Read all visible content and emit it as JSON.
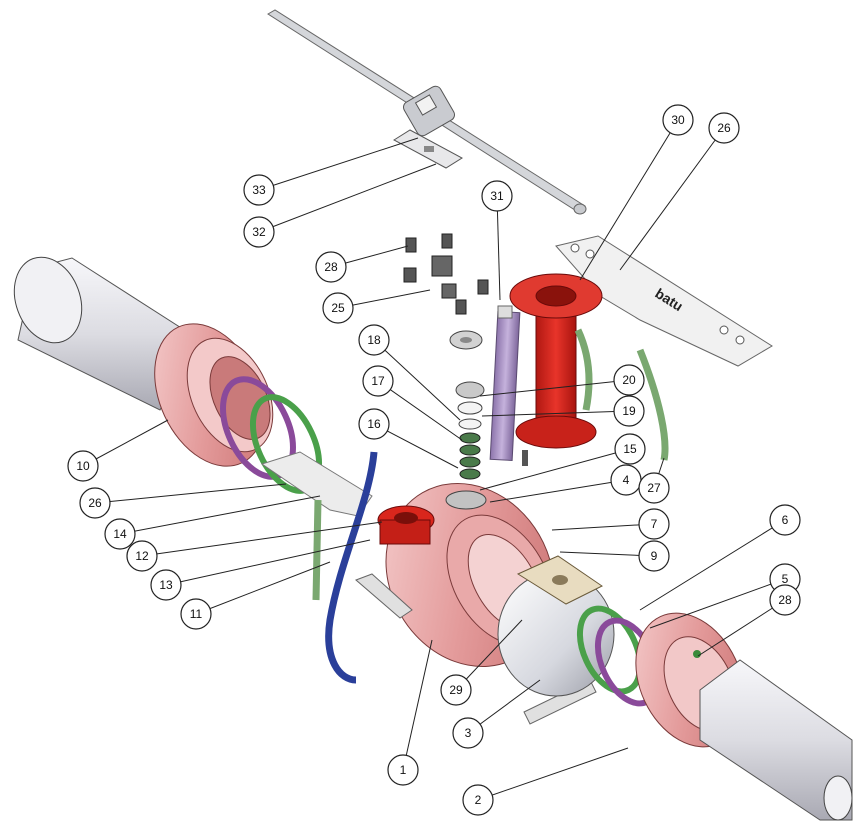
{
  "brand_text": "batu",
  "callouts": [
    {
      "id": "33",
      "label": "33"
    },
    {
      "id": "32",
      "label": "32"
    },
    {
      "id": "31",
      "label": "31"
    },
    {
      "id": "30",
      "label": "30"
    },
    {
      "id": "26a",
      "label": "26"
    },
    {
      "id": "28a",
      "label": "28"
    },
    {
      "id": "25",
      "label": "25"
    },
    {
      "id": "18",
      "label": "18"
    },
    {
      "id": "17",
      "label": "17"
    },
    {
      "id": "16",
      "label": "16"
    },
    {
      "id": "20",
      "label": "20"
    },
    {
      "id": "19",
      "label": "19"
    },
    {
      "id": "15",
      "label": "15"
    },
    {
      "id": "4",
      "label": "4"
    },
    {
      "id": "7",
      "label": "7"
    },
    {
      "id": "9",
      "label": "9"
    },
    {
      "id": "27",
      "label": "27"
    },
    {
      "id": "10",
      "label": "10"
    },
    {
      "id": "26b",
      "label": "26"
    },
    {
      "id": "14",
      "label": "14"
    },
    {
      "id": "12",
      "label": "12"
    },
    {
      "id": "13",
      "label": "13"
    },
    {
      "id": "11",
      "label": "11"
    },
    {
      "id": "6",
      "label": "6"
    },
    {
      "id": "5",
      "label": "5"
    },
    {
      "id": "28b",
      "label": "28"
    },
    {
      "id": "29",
      "label": "29"
    },
    {
      "id": "3",
      "label": "3"
    },
    {
      "id": "1",
      "label": "1"
    },
    {
      "id": "2",
      "label": "2"
    }
  ],
  "colors": {
    "body_red": "#e8a0a0",
    "flange_red": "#d98a8a",
    "top_flange_red": "#d9261c",
    "pipe_grey": "#e6e6ea",
    "seal_green": "#4aa04a",
    "seal_purple": "#8a4a9a",
    "hose_blue": "#2a3f9a",
    "stem_purple": "#a38ac0",
    "tube_green": "#7aa870"
  }
}
